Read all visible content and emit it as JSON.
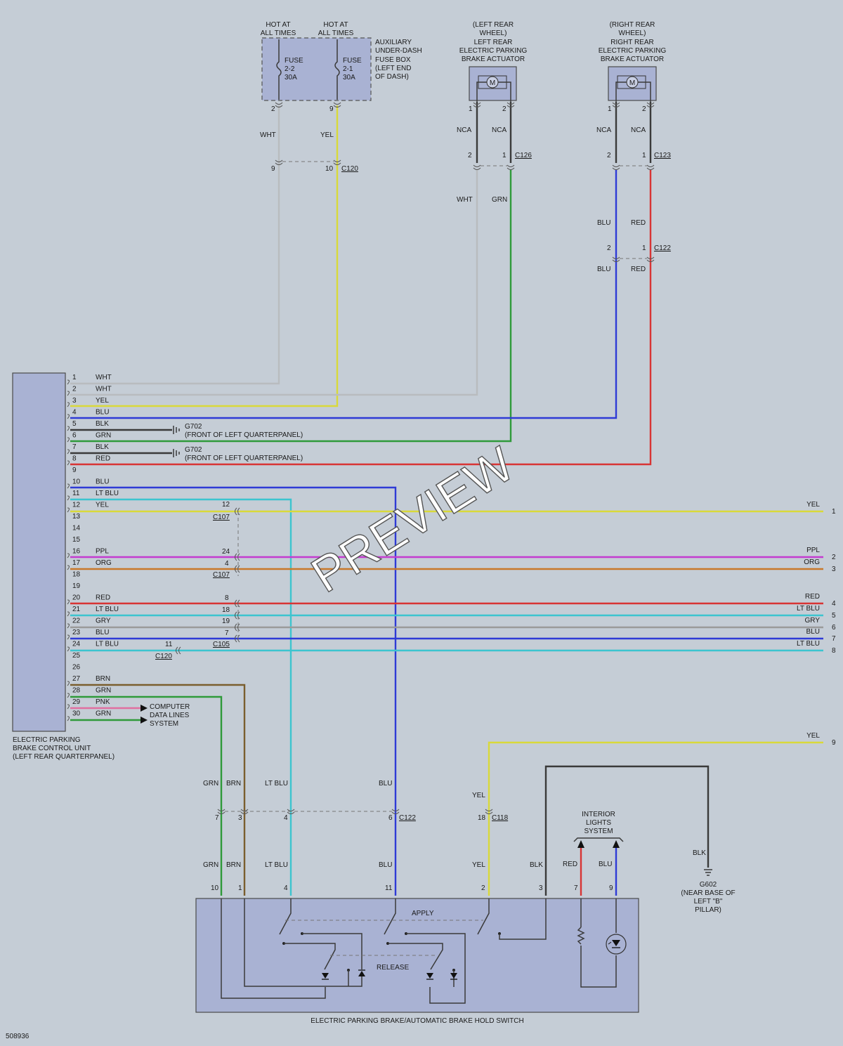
{
  "ecu": {
    "label": [
      "ELECTRIC PARKING",
      "BRAKE CONTROL UNIT",
      "(LEFT REAR QUARTERPANEL)"
    ],
    "pins": [
      {
        "pin": "1",
        "color": "WHT"
      },
      {
        "pin": "2",
        "color": "WHT"
      },
      {
        "pin": "3",
        "color": "YEL"
      },
      {
        "pin": "4",
        "color": "BLU"
      },
      {
        "pin": "5",
        "color": "BLK"
      },
      {
        "pin": "6",
        "color": "GRN"
      },
      {
        "pin": "7",
        "color": "BLK"
      },
      {
        "pin": "8",
        "color": "RED"
      },
      {
        "pin": "9",
        "color": ""
      },
      {
        "pin": "10",
        "color": "BLU"
      },
      {
        "pin": "11",
        "color": "LT BLU"
      },
      {
        "pin": "12",
        "color": "YEL"
      },
      {
        "pin": "13",
        "color": ""
      },
      {
        "pin": "14",
        "color": ""
      },
      {
        "pin": "15",
        "color": ""
      },
      {
        "pin": "16",
        "color": "PPL"
      },
      {
        "pin": "17",
        "color": "ORG"
      },
      {
        "pin": "18",
        "color": ""
      },
      {
        "pin": "19",
        "color": ""
      },
      {
        "pin": "20",
        "color": "RED"
      },
      {
        "pin": "21",
        "color": "LT BLU"
      },
      {
        "pin": "22",
        "color": "GRY"
      },
      {
        "pin": "23",
        "color": "BLU"
      },
      {
        "pin": "24",
        "color": "LT BLU"
      },
      {
        "pin": "25",
        "color": ""
      },
      {
        "pin": "26",
        "color": ""
      },
      {
        "pin": "27",
        "color": "BRN"
      },
      {
        "pin": "28",
        "color": "GRN"
      },
      {
        "pin": "29",
        "color": "PNK"
      },
      {
        "pin": "30",
        "color": "GRN"
      }
    ]
  },
  "fuse_box": {
    "hot_label": [
      "HOT AT",
      "ALL TIMES"
    ],
    "fuse_word": "FUSE",
    "fuse_a": {
      "id": "2-2",
      "rating": "30A"
    },
    "fuse_b": {
      "id": "2-1",
      "rating": "30A"
    },
    "label": [
      "AUXILIARY",
      "UNDER-DASH",
      "FUSE BOX",
      "(LEFT END",
      "OF DASH)"
    ],
    "pin_a": "2",
    "pin_b": "9"
  },
  "left_actuator": {
    "label": [
      "(LEFT REAR",
      "WHEEL)",
      "LEFT REAR",
      "ELECTRIC PARKING",
      "BRAKE ACTUATOR"
    ]
  },
  "right_actuator": {
    "label": [
      "(RIGHT REAR",
      "WHEEL)",
      "RIGHT REAR",
      "ELECTRIC PARKING",
      "BRAKE ACTUATOR"
    ]
  },
  "motor_symbol": "M",
  "ground_g702": [
    "G702",
    "(FRONT OF LEFT QUARTERPANEL)"
  ],
  "ground_g602": [
    "G602",
    "(NEAR BASE OF",
    "LEFT \"B\"",
    "PILLAR)"
  ],
  "computer_data": [
    "COMPUTER",
    "DATA LINES",
    "SYSTEM"
  ],
  "interior_lights": [
    "INTERIOR",
    "LIGHTS",
    "SYSTEM"
  ],
  "switch": {
    "label": "ELECTRIC PARKING BRAKE/AUTOMATIC BRAKE HOLD SWITCH",
    "apply": "APPLY",
    "release": "RELEASE"
  },
  "connectors": {
    "c120": "C120",
    "c126": "C126",
    "c123": "C123",
    "c122": "C122",
    "c107": "C107",
    "c105": "C105",
    "c118": "C118"
  },
  "colors": {
    "WHT": "WHT",
    "YEL": "YEL",
    "NCA": "NCA",
    "GRN": "GRN",
    "BLU": "BLU",
    "RED": "RED",
    "LTBLU": "LT BLU",
    "BRN": "BRN",
    "BLK": "BLK"
  },
  "right_edge": [
    {
      "color": "YEL",
      "num": "1"
    },
    {
      "color": "PPL",
      "num": "2"
    },
    {
      "color": "ORG",
      "num": "3"
    },
    {
      "color": "RED",
      "num": "4"
    },
    {
      "color": "LT BLU",
      "num": "5"
    },
    {
      "color": "GRY",
      "num": "6"
    },
    {
      "color": "BLU",
      "num": "7"
    },
    {
      "color": "LT BLU",
      "num": "8"
    },
    {
      "color": "YEL",
      "num": "9"
    }
  ],
  "pins": {
    "c120_9": "9",
    "c120_10": "10",
    "act_1": "1",
    "act_2": "2",
    "c107_12": "12",
    "c107_24": "24",
    "c107_4": "4",
    "c105_8": "8",
    "c105_18": "18",
    "c105_19": "19",
    "c105_7": "7",
    "c120_11": "11",
    "c122_7": "7",
    "c122_3": "3",
    "c122_4": "4",
    "c122_6": "6",
    "c118_18": "18",
    "sw_10": "10",
    "sw_1": "1",
    "sw_4": "4",
    "sw_11": "11",
    "sw_2": "2",
    "sw_3": "3",
    "sw_7": "7",
    "sw_9": "9"
  },
  "watermark": "PREVIEW",
  "diagram_id": "508936",
  "wire_colors": {
    "WHT": "#b9bcbf",
    "YEL": "#d9d93a",
    "BLU": "#2f3bd6",
    "BLK": "#3a3a3a",
    "GRN": "#2f9a3a",
    "RED": "#d83434",
    "LTBLU": "#3cc4cf",
    "PPL": "#c43ccf",
    "ORG": "#c8782a",
    "GRY": "#9a9a9a",
    "BRN": "#7a5e2e",
    "PNK": "#e06fa0"
  }
}
